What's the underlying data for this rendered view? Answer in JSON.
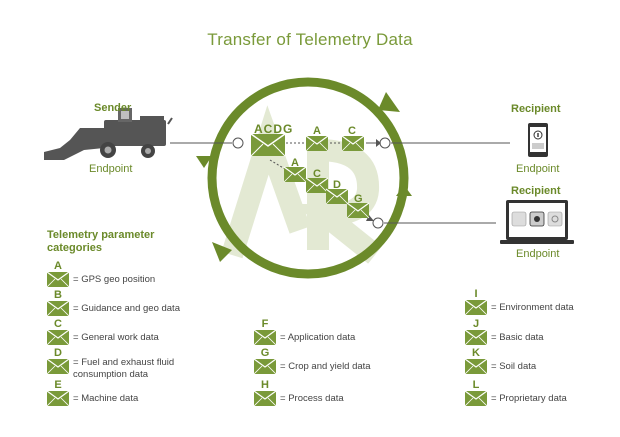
{
  "title": "Transfer of Telemetry Data",
  "sender": {
    "heading": "Sender",
    "endpoint": "Endpoint"
  },
  "recipient_top": {
    "heading": "Recipient",
    "endpoint": "Endpoint"
  },
  "recipient_bottom": {
    "heading": "Recipient",
    "endpoint": "Endpoint"
  },
  "flow_labels": {
    "bundle": "ACDG",
    "top_a": "A",
    "top_c": "C",
    "down_a": "A",
    "down_c": "C",
    "down_d": "D",
    "down_g": "G"
  },
  "categories_heading": "Telemetry parameter categories",
  "categories": [
    {
      "letter": "A",
      "prefix": "=",
      "label": "GPS geo position"
    },
    {
      "letter": "B",
      "prefix": "=",
      "label": "Guidance and geo data"
    },
    {
      "letter": "C",
      "prefix": "=",
      "label": "General work data"
    },
    {
      "letter": "D",
      "prefix": "=",
      "label": "Fuel and exhaust fluid consumption data"
    },
    {
      "letter": "E",
      "prefix": "=",
      "label": "Machine data"
    },
    {
      "letter": "F",
      "prefix": "=",
      "label": "Application data"
    },
    {
      "letter": "G",
      "prefix": "=",
      "label": "Crop and yield data"
    },
    {
      "letter": "H",
      "prefix": "=",
      "label": "Process data"
    },
    {
      "letter": "I",
      "prefix": "=",
      "label": "Environment data"
    },
    {
      "letter": "J",
      "prefix": "=",
      "label": "Basic data"
    },
    {
      "letter": "K",
      "prefix": "=",
      "label": "Soil data"
    },
    {
      "letter": "L",
      "prefix": "=",
      "label": "Proprietary data"
    }
  ],
  "colors": {
    "olive": "#6b8a2a",
    "olive_light": "#dde5c6",
    "envelope": "#7a9a3a",
    "machine": "#555555"
  },
  "icons": {
    "machine": "harvester-icon",
    "phone": "smartphone-icon",
    "laptop": "laptop-icon",
    "envelope": "envelope-icon"
  }
}
